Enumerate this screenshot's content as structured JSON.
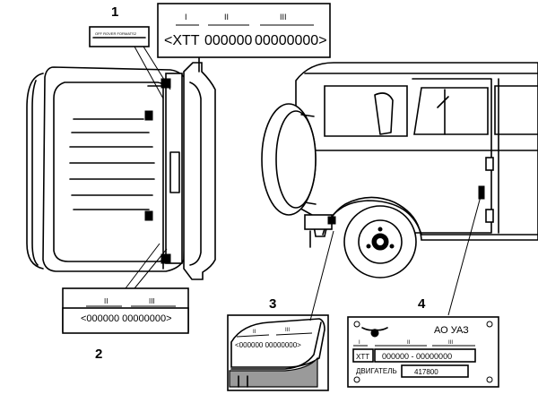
{
  "callouts": {
    "c1": "1",
    "c2": "2",
    "c3": "3",
    "c4": "4"
  },
  "label1": {
    "roman": [
      "I",
      "II",
      "III"
    ],
    "prefix": "<XTT",
    "part2": "000000",
    "part3": "00000000>"
  },
  "label2": {
    "roman": [
      "II",
      "III"
    ],
    "text": "<000000 00000000>"
  },
  "label3": {
    "roman": [
      "II",
      "III"
    ],
    "text": "<000000 00000000>"
  },
  "plate4": {
    "brand": "АО УАЗ",
    "roman": [
      "I",
      "II",
      "III"
    ],
    "xtt": "XTT",
    "number": "000000 - 00000000",
    "engine_label": "ДВИГАТЕЛЬ",
    "engine_number": "417800"
  },
  "small_sticker_text": "OFF ROVER FORMATS2"
}
